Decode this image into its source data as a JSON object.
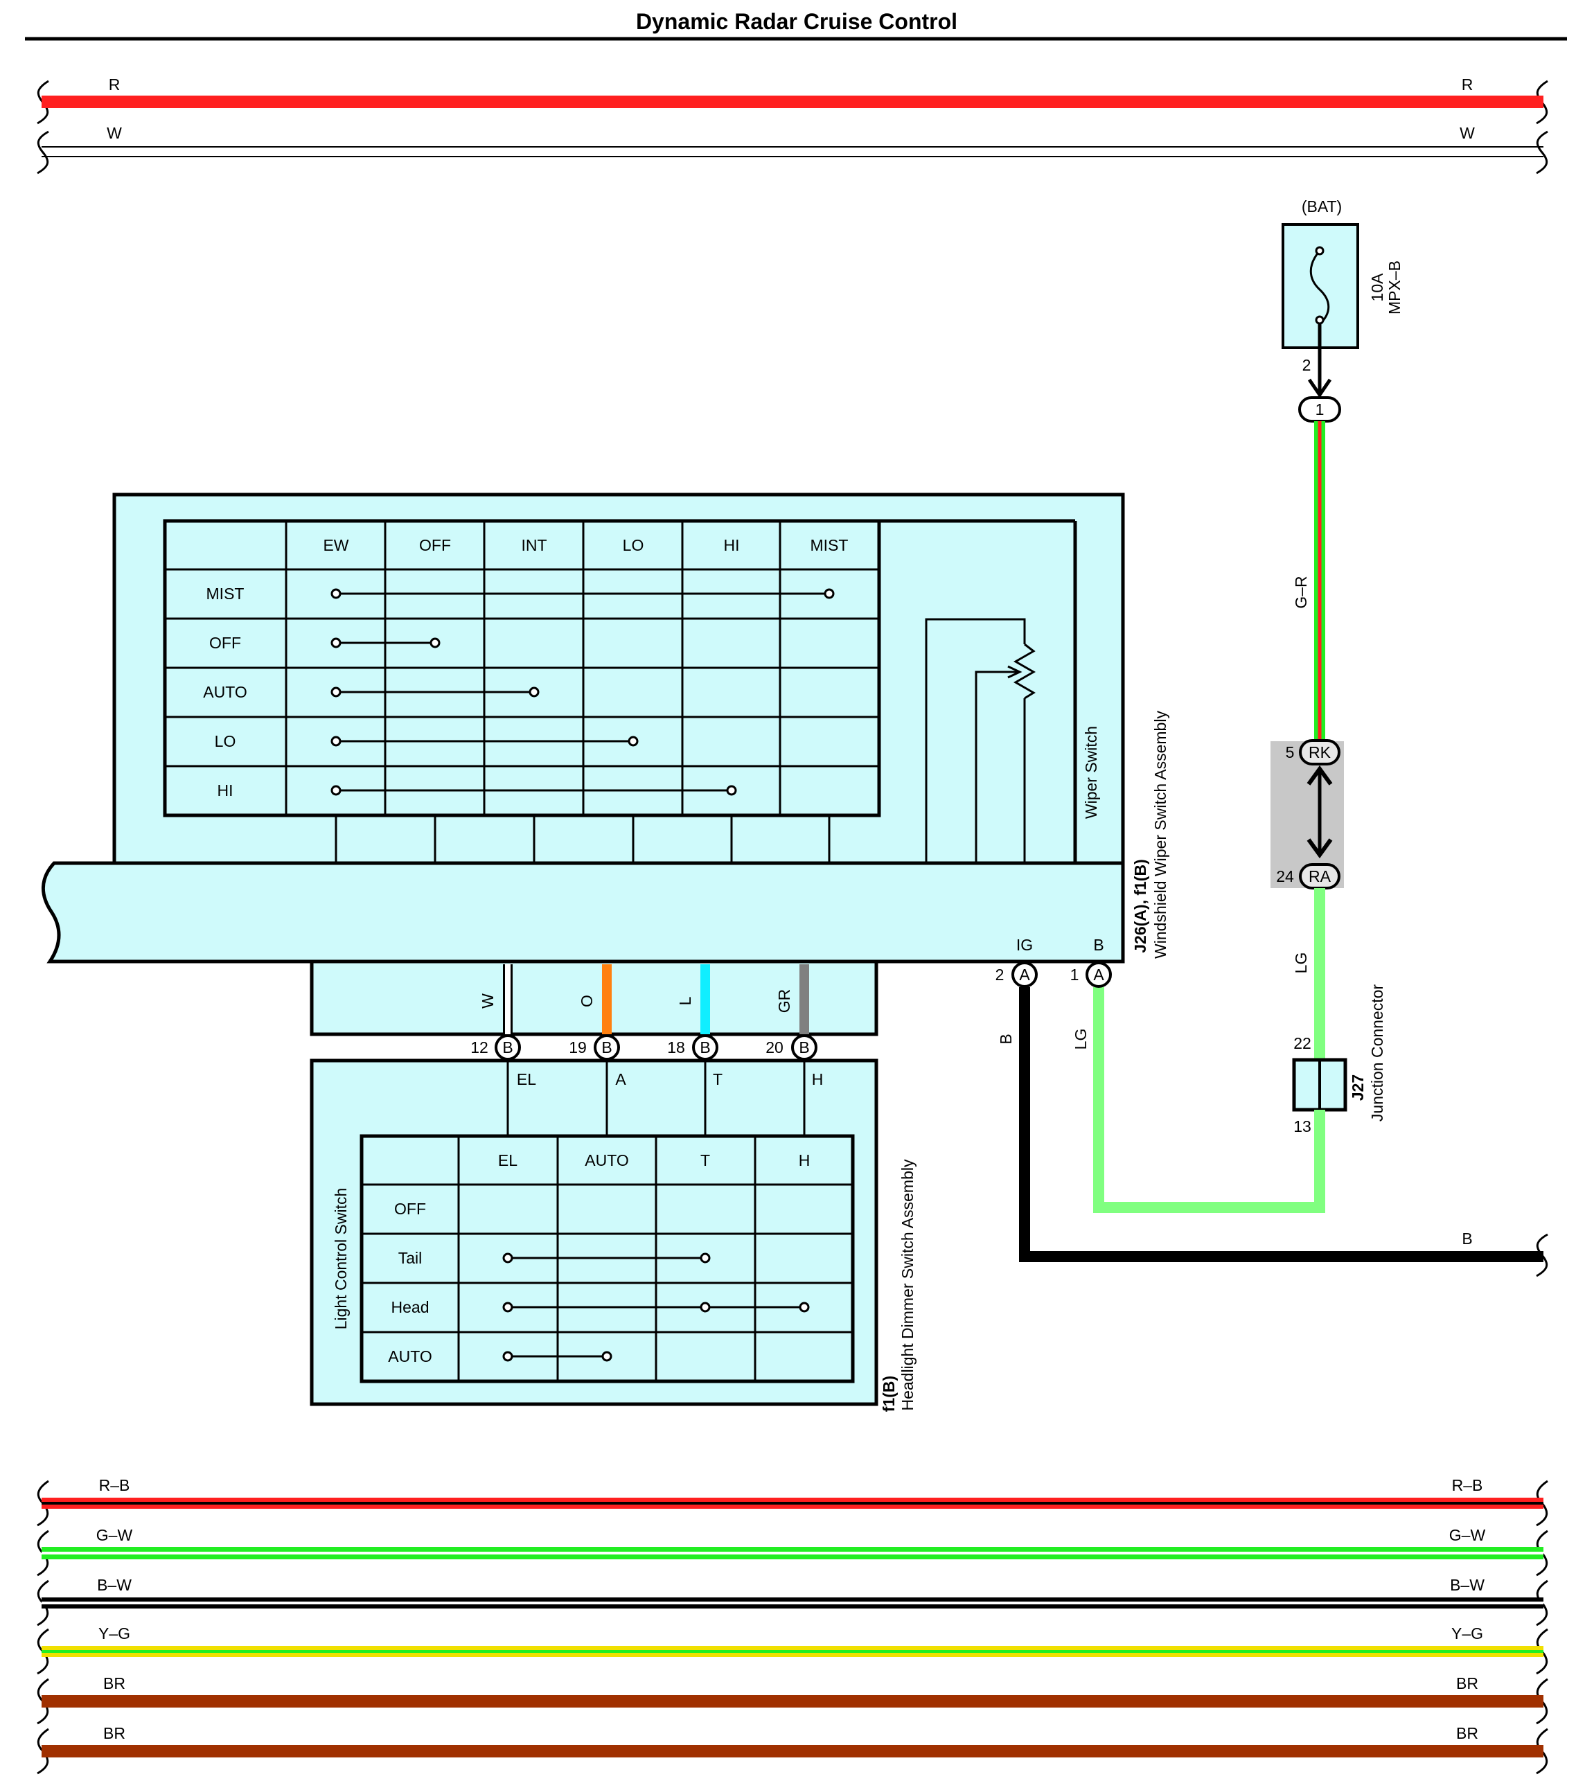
{
  "title": "Dynamic Radar Cruise Control",
  "colors": {
    "component_fill": "#cffafb",
    "wire_R": "#ff2020",
    "wire_W": "#ffffff",
    "wire_G": "#22ee22",
    "wire_LG": "#80ff80",
    "wire_O": "#ff8010",
    "wire_L": "#10eeff",
    "wire_GR": "#808080",
    "wire_Y": "#f0e000",
    "wire_BR": "#a03000",
    "wire_B": "#000000",
    "junction_gray": "#c8c8c8"
  },
  "top_bus": [
    {
      "label_left": "R",
      "label_right": "R",
      "color": "red"
    },
    {
      "label_left": "W",
      "label_right": "W",
      "color": "white"
    }
  ],
  "bottom_bus": [
    {
      "label_left": "R–B",
      "label_right": "R–B",
      "color": "red-black"
    },
    {
      "label_left": "G–W",
      "label_right": "G–W",
      "color": "green-white"
    },
    {
      "label_left": "B–W",
      "label_right": "B–W",
      "color": "black-white"
    },
    {
      "label_left": "Y–G",
      "label_right": "Y–G",
      "color": "yellow-green"
    },
    {
      "label_left": "BR",
      "label_right": "BR",
      "color": "brown"
    },
    {
      "label_left": "BR",
      "label_right": "BR",
      "color": "brown"
    }
  ],
  "fuse": {
    "source": "(BAT)",
    "rating": "10A",
    "name": "MPX–B",
    "pin_out": "2",
    "connector_pin": "1"
  },
  "wires": {
    "fuse_to_junction": "G–R",
    "junction_to_j27": "LG",
    "wiper_b_pin": "LG",
    "wiper_ig_pin": "B",
    "ground_bus": "B"
  },
  "junction_block": {
    "upper": {
      "pin": "5",
      "code": "RK"
    },
    "lower": {
      "pin": "24",
      "code": "RA"
    }
  },
  "j27": {
    "id": "J27",
    "name": "Junction Connector",
    "pin_top": "22",
    "pin_bottom": "13"
  },
  "wiper_assembly": {
    "id": "J26(A), f1(B)",
    "name": "Windshield Wiper Switch Assembly",
    "switch_name": "Wiper Switch",
    "columns": [
      "EW",
      "OFF",
      "INT",
      "LO",
      "HI",
      "MIST"
    ],
    "rows": [
      "MIST",
      "OFF",
      "AUTO",
      "LO",
      "HI"
    ],
    "connections": [
      {
        "row": "MIST",
        "from": "EW",
        "to": "MIST"
      },
      {
        "row": "OFF",
        "from": "EW",
        "to": "OFF"
      },
      {
        "row": "AUTO",
        "from": "EW",
        "to": "INT"
      },
      {
        "row": "LO",
        "from": "EW",
        "to": "LO"
      },
      {
        "row": "HI",
        "from": "EW",
        "to": "HI"
      }
    ],
    "terminals": [
      {
        "pin": "2",
        "connector": "A",
        "name": "IG"
      },
      {
        "pin": "1",
        "connector": "A",
        "name": "B"
      }
    ]
  },
  "harness_wires": [
    {
      "color_code": "W",
      "pin": "12",
      "connector": "B",
      "terminal": "EL"
    },
    {
      "color_code": "O",
      "pin": "19",
      "connector": "B",
      "terminal": "A"
    },
    {
      "color_code": "L",
      "pin": "18",
      "connector": "B",
      "terminal": "T"
    },
    {
      "color_code": "GR",
      "pin": "20",
      "connector": "B",
      "terminal": "H"
    }
  ],
  "headlight_assembly": {
    "id": "f1(B)",
    "name": "Headlight Dimmer Switch Assembly",
    "switch_name": "Light Control Switch",
    "columns": [
      "EL",
      "AUTO",
      "T",
      "H"
    ],
    "rows": [
      "OFF",
      "Tail",
      "Head",
      "AUTO"
    ],
    "connections": [
      {
        "row": "Tail",
        "points": [
          "EL",
          "T"
        ]
      },
      {
        "row": "Head",
        "points": [
          "EL",
          "T",
          "H"
        ]
      },
      {
        "row": "AUTO",
        "points": [
          "EL",
          "AUTO"
        ]
      }
    ]
  }
}
